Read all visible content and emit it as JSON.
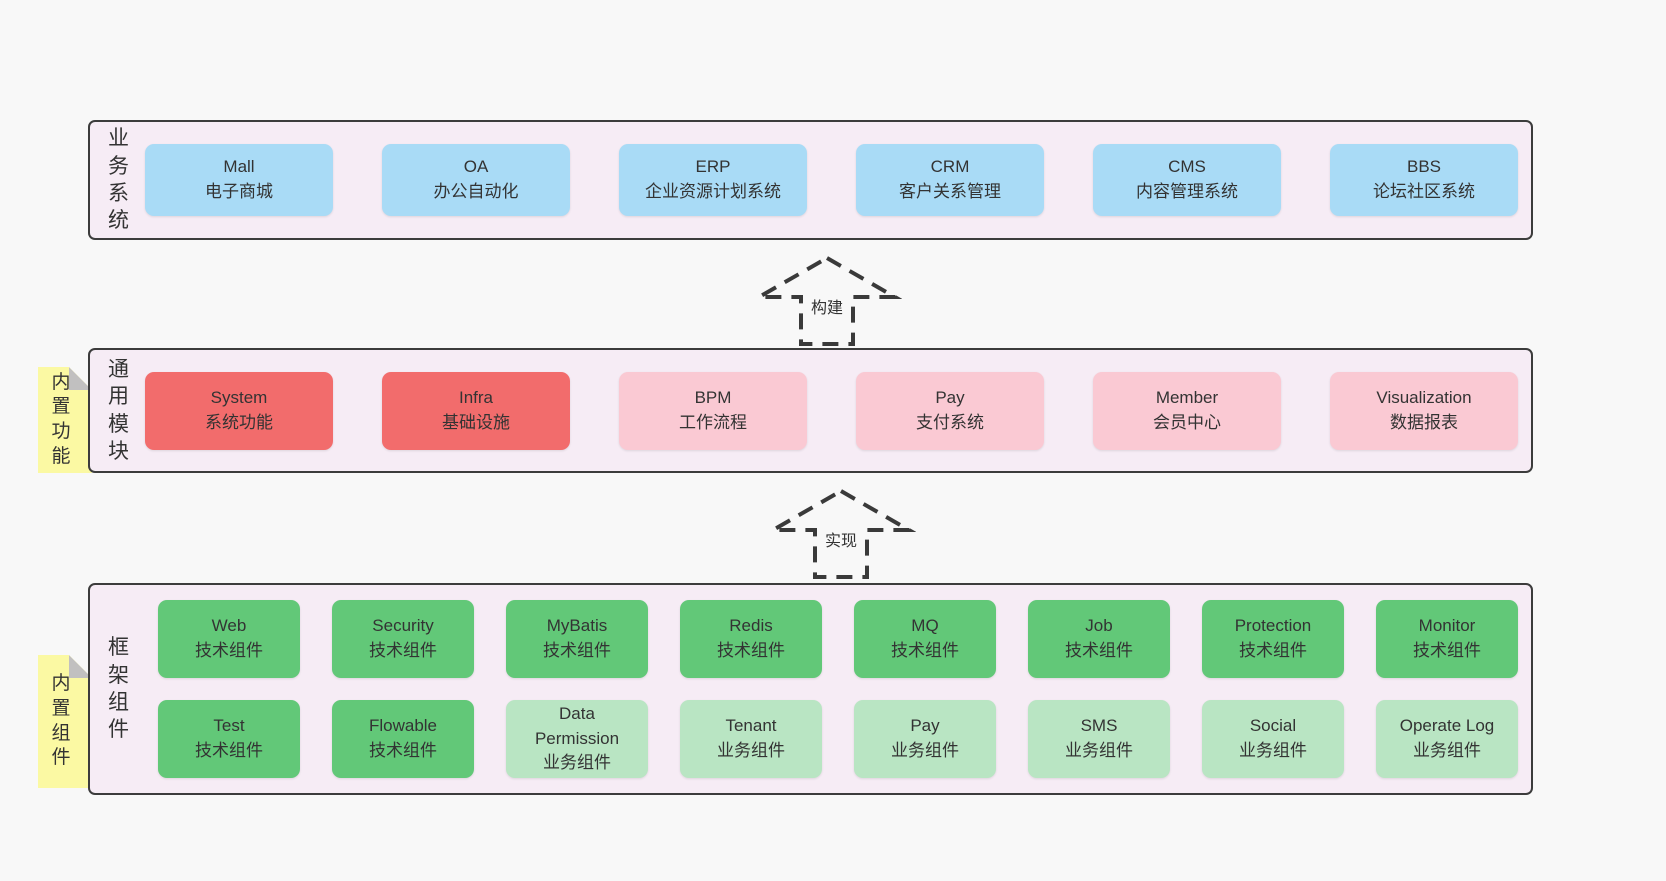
{
  "colors": {
    "page_bg": "#f8f8f8",
    "band_bg": "#f6ecf5",
    "band_border": "#3c3c3c",
    "blue_box": "#a9dbf6",
    "red_box": "#f26c6c",
    "pink_box": "#fac9d3",
    "green_dark_box": "#62c878",
    "green_light_box": "#b9e5c3",
    "sticky_yellow": "#fbf9a3",
    "sticky_fold_gray": "#c1c0c0",
    "text": "#333333"
  },
  "arrows": [
    {
      "label": "构建"
    },
    {
      "label": "实现"
    }
  ],
  "layers": {
    "business": {
      "label": "业务系统",
      "boxes": [
        {
          "title": "Mall",
          "subtitle": "电子商城",
          "variant": "blue"
        },
        {
          "title": "OA",
          "subtitle": "办公自动化",
          "variant": "blue"
        },
        {
          "title": "ERP",
          "subtitle": "企业资源计划系统",
          "variant": "blue"
        },
        {
          "title": "CRM",
          "subtitle": "客户关系管理",
          "variant": "blue"
        },
        {
          "title": "CMS",
          "subtitle": "内容管理系统",
          "variant": "blue"
        },
        {
          "title": "BBS",
          "subtitle": "论坛社区系统",
          "variant": "blue"
        }
      ]
    },
    "modules": {
      "label": "通用模块",
      "sticky": "内置功能",
      "boxes": [
        {
          "title": "System",
          "subtitle": "系统功能",
          "variant": "red"
        },
        {
          "title": "Infra",
          "subtitle": "基础设施",
          "variant": "red"
        },
        {
          "title": "BPM",
          "subtitle": "工作流程",
          "variant": "pink"
        },
        {
          "title": "Pay",
          "subtitle": "支付系统",
          "variant": "pink"
        },
        {
          "title": "Member",
          "subtitle": "会员中心",
          "variant": "pink"
        },
        {
          "title": "Visualization",
          "subtitle": "数据报表",
          "variant": "pink"
        }
      ]
    },
    "components": {
      "label": "框架组件",
      "sticky": "内置组件",
      "row1": [
        {
          "title": "Web",
          "subtitle": "技术组件",
          "variant": "green-dark"
        },
        {
          "title": "Security",
          "subtitle": "技术组件",
          "variant": "green-dark"
        },
        {
          "title": "MyBatis",
          "subtitle": "技术组件",
          "variant": "green-dark"
        },
        {
          "title": "Redis",
          "subtitle": "技术组件",
          "variant": "green-dark"
        },
        {
          "title": "MQ",
          "subtitle": "技术组件",
          "variant": "green-dark"
        },
        {
          "title": "Job",
          "subtitle": "技术组件",
          "variant": "green-dark"
        },
        {
          "title": "Protection",
          "subtitle": "技术组件",
          "variant": "green-dark"
        },
        {
          "title": "Monitor",
          "subtitle": "技术组件",
          "variant": "green-dark"
        }
      ],
      "row2": [
        {
          "title": "Test",
          "subtitle": "技术组件",
          "variant": "green-dark"
        },
        {
          "title": "Flowable",
          "subtitle": "技术组件",
          "variant": "green-dark"
        },
        {
          "title": "Data Permission",
          "subtitle": "业务组件",
          "variant": "green-light"
        },
        {
          "title": "Tenant",
          "subtitle": "业务组件",
          "variant": "green-light"
        },
        {
          "title": "Pay",
          "subtitle": "业务组件",
          "variant": "green-light"
        },
        {
          "title": "SMS",
          "subtitle": "业务组件",
          "variant": "green-light"
        },
        {
          "title": "Social",
          "subtitle": "业务组件",
          "variant": "green-light"
        },
        {
          "title": "Operate Log",
          "subtitle": "业务组件",
          "variant": "green-light"
        }
      ]
    }
  }
}
